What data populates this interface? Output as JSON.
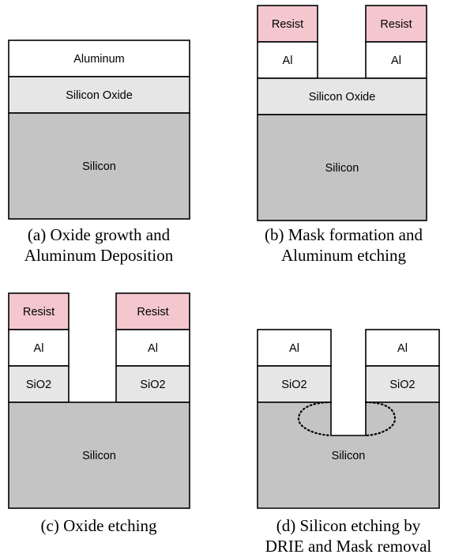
{
  "colors": {
    "resist": "#f4c7cf",
    "aluminum": "#ffffff",
    "oxide": "#e6e6e6",
    "silicon": "#c4c4c4",
    "outline": "#000000"
  },
  "panels": [
    {
      "id": "a",
      "layers": {
        "aluminum": "Aluminum",
        "oxide": "Silicon Oxide",
        "silicon": "Silicon"
      },
      "caption": [
        "(a) Oxide growth and",
        "Aluminum Deposition"
      ]
    },
    {
      "id": "b",
      "layers": {
        "resist_left": "Resist",
        "resist_right": "Resist",
        "al_left": "Al",
        "al_right": "Al",
        "oxide": "Silicon Oxide",
        "silicon": "Silicon"
      },
      "caption": [
        "(b) Mask formation and",
        "Aluminum etching"
      ]
    },
    {
      "id": "c",
      "layers": {
        "resist_left": "Resist",
        "resist_right": "Resist",
        "al_left": "Al",
        "al_right": "Al",
        "oxide_left": "SiO2",
        "oxide_right": "SiO2",
        "silicon": "Silicon"
      },
      "caption": [
        "(c) Oxide etching"
      ]
    },
    {
      "id": "d",
      "layers": {
        "al_left": "Al",
        "al_right": "Al",
        "oxide_left": "SiO2",
        "oxide_right": "SiO2",
        "silicon": "Silicon"
      },
      "caption": [
        "(d) Silicon etching by",
        "DRIE and Mask removal"
      ]
    }
  ]
}
